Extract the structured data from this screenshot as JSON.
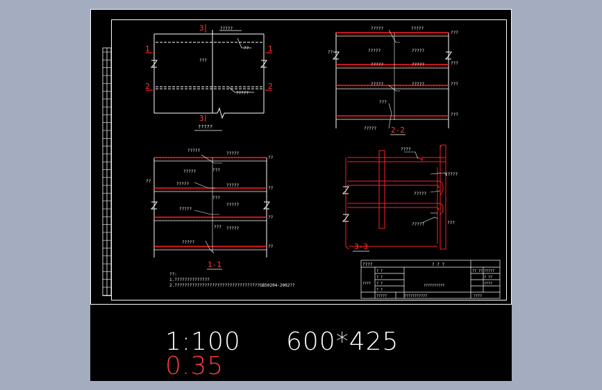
{
  "cad": {
    "colors": {
      "background": "#000000",
      "app_frame": "#a3adbf",
      "line_white": "#ffffff",
      "line_red": "#ff2020",
      "text_red": "#ff3b3b"
    },
    "plan_view": {
      "section_marks": [
        "1",
        "1",
        "2",
        "2",
        "3",
        "3"
      ],
      "labels": [
        "?????",
        "??",
        "???",
        "?????"
      ],
      "caption": "?????"
    },
    "section_2": {
      "labels_left": [
        "??"
      ],
      "callouts": [
        "?????",
        "?????",
        "?????",
        "?????",
        "?????",
        "?????",
        "?????",
        "?????",
        "???",
        "?????"
      ],
      "dims": [
        "???",
        "???",
        "???",
        "???"
      ],
      "caption": "2-2"
    },
    "section_1": {
      "labels_left": [
        "??"
      ],
      "callouts": [
        "?????",
        "?????",
        "?????",
        "?????",
        "?????",
        "?????",
        "?????",
        "?????",
        "?????",
        "???",
        "???",
        "???"
      ],
      "dims": [
        "??",
        "??",
        "??",
        "??"
      ],
      "caption": "1-1"
    },
    "section_3": {
      "callouts": [
        "????",
        "?????",
        "?????",
        "?????",
        "???"
      ],
      "caption": "3-3"
    },
    "notes": {
      "heading": "??:",
      "lines": [
        "1.??????????????",
        "2.??????????????????????????????????GB50204-2002??"
      ]
    },
    "title_block": {
      "header_left": "????",
      "header_right": "?   ?   ?",
      "rows_left": [
        "? ?",
        "? ?",
        "? ?",
        "????",
        "? ?"
      ],
      "rows_right": [
        "?? ??",
        "?????",
        "? ??",
        "????",
        "????"
      ],
      "drawing_name": "??????????",
      "bottom_cells": [
        "?????",
        "???????????"
      ]
    },
    "scale_text": "1:100",
    "size_text": "600*425",
    "lineweight_text": "0.35"
  }
}
